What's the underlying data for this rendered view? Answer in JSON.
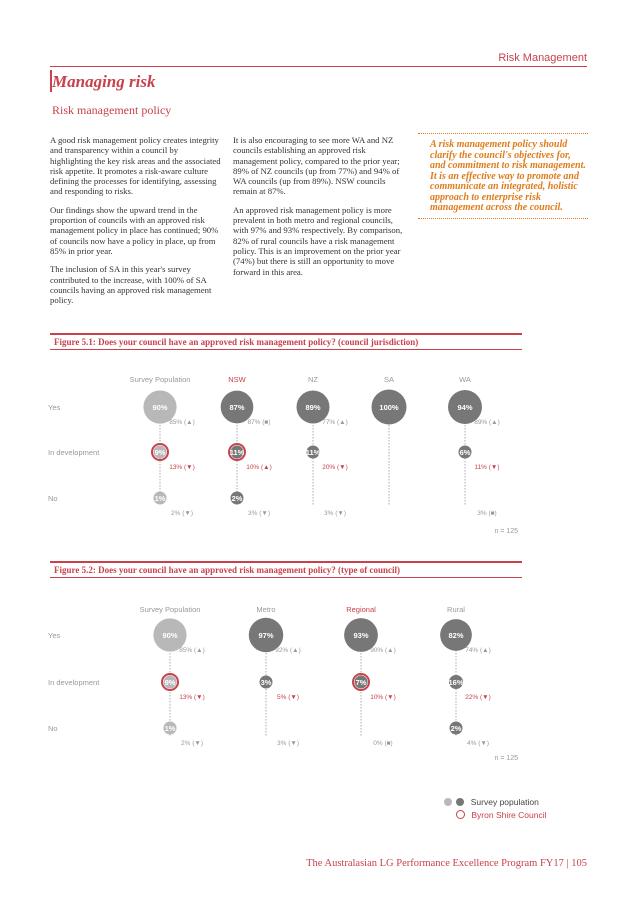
{
  "header": {
    "running_head": "Risk Management"
  },
  "page": {
    "title": "Managing risk",
    "section": "Risk management policy"
  },
  "body": {
    "col1": [
      "A good risk management policy creates integrity and transparency within a council by highlighting the key risk areas and the associated risk appetite. It promotes a risk-aware culture defining the processes for identifying, assessing and responding to risks.",
      "Our findings show the upward trend in the proportion of councils with an approved risk management policy in place has continued; 90% of councils now have a policy in place, up from 85% in prior year.",
      "The inclusion of SA in this year's survey contributed to the increase, with 100% of SA councils having an approved risk management policy."
    ],
    "col2": [
      "It is also encouraging to see more WA and NZ councils establishing an approved risk management policy, compared to the prior year; 89% of NZ councils (up from 77%) and 94% of WA councils (up from 89%). NSW councils remain at 87%.",
      "An approved risk management policy is more prevalent in both metro and regional councils, with 97% and 93% respectively. By comparison, 82% of rural councils have a risk management policy. This is an improvement on the prior year (74%) but there is still an opportunity to move forward in this area."
    ],
    "quote": "A risk management policy should clarify the council's objectives for, and commitment to risk management. It is an effective way to promote and communicate an integrated, holistic approach to enterprise risk management across the council."
  },
  "figures": [
    {
      "title": "Figure 5.1: Does your council have an approved risk management policy? (council jurisdiction)",
      "columns": [
        "Survey Population",
        "NSW",
        "NZ",
        "SA",
        "WA"
      ],
      "highlight_column": 1,
      "rows": [
        "Yes",
        "In development",
        "No"
      ],
      "values": [
        [
          "90%",
          "87%",
          "89%",
          "100%",
          "94%"
        ],
        [
          "9%",
          "11%",
          "11%",
          "",
          "6%"
        ],
        [
          "1%",
          "2%",
          "",
          "",
          ""
        ]
      ],
      "prior": [
        [
          "85% (▲)",
          "87% (■)",
          "77% (▲)",
          "",
          "89% (▲)"
        ],
        [
          "13% (▼)",
          "10% (▲)",
          "20% (▼)",
          "",
          "11% (▼)"
        ],
        [
          "2% (▼)",
          "3% (▼)",
          "3% (▼)",
          "",
          "3% (■)"
        ]
      ],
      "n": "n = 125",
      "chart_data": {
        "type": "table",
        "categories": [
          "Survey Population",
          "NSW",
          "NZ",
          "SA",
          "WA"
        ],
        "series": [
          {
            "name": "Yes",
            "values": [
              90,
              87,
              89,
              100,
              94
            ]
          },
          {
            "name": "In development",
            "values": [
              9,
              11,
              11,
              null,
              6
            ]
          },
          {
            "name": "No",
            "values": [
              1,
              2,
              null,
              null,
              null
            ]
          }
        ]
      }
    },
    {
      "title": "Figure 5.2: Does your council have an approved risk management policy? (type of council)",
      "columns": [
        "Survey Population",
        "Metro",
        "Regional",
        "Rural"
      ],
      "highlight_column": 2,
      "rows": [
        "Yes",
        "In development",
        "No"
      ],
      "values": [
        [
          "90%",
          "97%",
          "93%",
          "82%"
        ],
        [
          "9%",
          "3%",
          "7%",
          "16%"
        ],
        [
          "1%",
          "",
          "",
          "2%"
        ]
      ],
      "prior": [
        [
          "85% (▲)",
          "92% (▲)",
          "90% (▲)",
          "74% (▲)"
        ],
        [
          "13% (▼)",
          "5% (▼)",
          "10% (▼)",
          "22% (▼)"
        ],
        [
          "2% (▼)",
          "3% (▼)",
          "0% (■)",
          "4% (▼)"
        ]
      ],
      "n": "n = 125",
      "chart_data": {
        "type": "table",
        "categories": [
          "Survey Population",
          "Metro",
          "Regional",
          "Rural"
        ],
        "series": [
          {
            "name": "Yes",
            "values": [
              90,
              97,
              93,
              82
            ]
          },
          {
            "name": "In development",
            "values": [
              9,
              3,
              7,
              16
            ]
          },
          {
            "name": "No",
            "values": [
              1,
              null,
              null,
              2
            ]
          }
        ]
      }
    }
  ],
  "legend": {
    "survey": "Survey population",
    "council": "Byron Shire Council"
  },
  "colors": {
    "accent": "#c8414b",
    "quote": "#e07b1a",
    "light": "#b8b8b8",
    "dark": "#777777"
  },
  "footer": "The Australasian LG Performance Excellence Program FY17 | 105"
}
